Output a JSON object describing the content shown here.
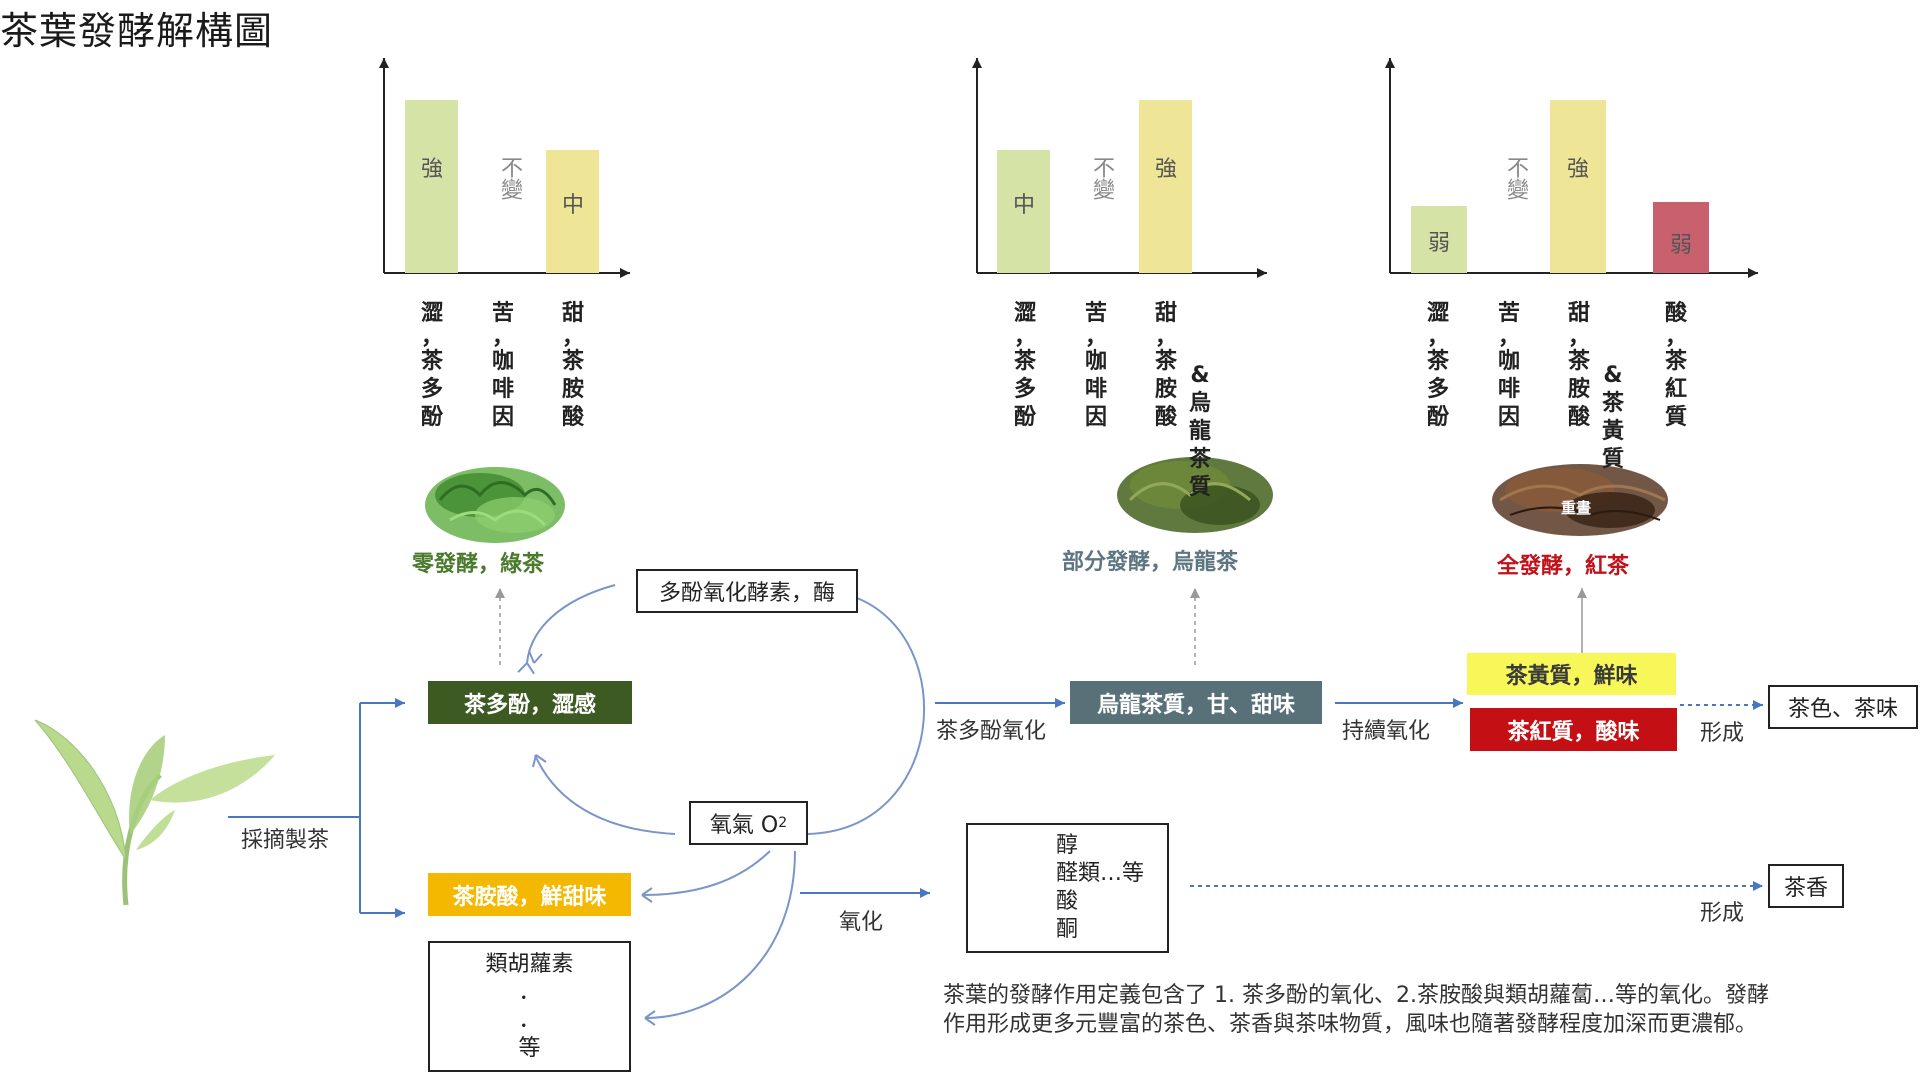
{
  "title": "茶葉發酵解構圖",
  "charts": [
    {
      "bars": [
        {
          "level": "強",
          "color": "#d6e3a6"
        },
        {
          "level": "不變",
          "color": null
        },
        {
          "level": "中",
          "color": "#eee596"
        }
      ],
      "categories": [
        "澀，茶多酚",
        "苦，咖啡因",
        "甜，茶胺酸"
      ]
    },
    {
      "bars": [
        {
          "level": "中",
          "color": "#d6e3a6"
        },
        {
          "level": "不變",
          "color": null
        },
        {
          "level": "強",
          "color": "#eee596"
        }
      ],
      "categories": [
        "澀，茶多酚",
        "苦，咖啡因",
        "甜，茶胺酸",
        "&烏龍茶質"
      ]
    },
    {
      "bars": [
        {
          "level": "弱",
          "color": "#d6e3a6"
        },
        {
          "level": "不變",
          "color": null
        },
        {
          "level": "強",
          "color": "#eee596"
        },
        {
          "level": "弱",
          "color": "#c9606e"
        }
      ],
      "categories": [
        "澀，茶多酚",
        "苦，咖啡因",
        "甜，茶胺酸",
        "&茶黃質",
        "酸，茶紅質"
      ]
    }
  ],
  "chart_data": [
    {
      "type": "bar",
      "categories": [
        "澀，茶多酚",
        "苦，咖啡因",
        "甜，茶胺酸"
      ],
      "values": [
        3,
        0,
        2
      ],
      "value_labels": [
        "強",
        "不變",
        "中"
      ]
    },
    {
      "type": "bar",
      "categories": [
        "澀，茶多酚",
        "苦，咖啡因",
        "甜，茶胺酸&烏龍茶質"
      ],
      "values": [
        2,
        0,
        3
      ],
      "value_labels": [
        "中",
        "不變",
        "強"
      ]
    },
    {
      "type": "bar",
      "categories": [
        "澀，茶多酚",
        "苦，咖啡因",
        "甜，茶胺酸&茶黃質",
        "酸，茶紅質"
      ],
      "values": [
        1,
        0,
        3,
        1
      ],
      "value_labels": [
        "弱",
        "不變",
        "強",
        "弱"
      ]
    }
  ],
  "tea_types": {
    "green": {
      "label": "零發酵，綠茶",
      "color": "#4a7a2c"
    },
    "oolong": {
      "label": "部分發酵，烏龍茶",
      "color": "#5e7682"
    },
    "black": {
      "label": "全發酵，紅茶",
      "color": "#c0121b",
      "image_text": "重晝"
    }
  },
  "flow": {
    "harvest": "採摘製茶",
    "enzyme": "多酚氧化酵素，酶",
    "polyphenol": "茶多酚，澀感",
    "oxygen_label": "氧氣 O",
    "oxygen_sub": "2",
    "theanine": "茶胺酸，鮮甜味",
    "carotene": [
      "類胡蘿素",
      "．",
      "．",
      "等"
    ],
    "polyphenol_oxidation": "茶多酚氧化",
    "oolong_substance": "烏龍茶質，甘、甜味",
    "continued_oxidation": "持續氧化",
    "theaflavin": "茶黃質，鮮味",
    "thearubigin": "茶紅質，酸味",
    "form_1": "形成",
    "tea_color_taste": "茶色、茶味",
    "oxidation": "氧化",
    "volatiles": [
      "醇",
      "醛類…等",
      "酸",
      "酮"
    ],
    "form_2": "形成",
    "tea_aroma": "茶香",
    "description_line1": "茶葉的發酵作用定義包含了 1. 茶多酚的氧化、2.茶胺酸與類胡蘿蔔…等的氧化。發酵",
    "description_line2": "作用形成更多元豐富的茶色、茶香與茶味物質，風味也隨著發酵程度加深而更濃郁。"
  },
  "colors": {
    "polyphenol_box": "#3d5a22",
    "oolong_box": "#587078",
    "theanine_box": "#f5b800",
    "theaflavin_box": "#f7f75a",
    "thearubigin_box": "#c40f14",
    "arrow": "#4a78c0",
    "curve": "#7a95c8"
  }
}
